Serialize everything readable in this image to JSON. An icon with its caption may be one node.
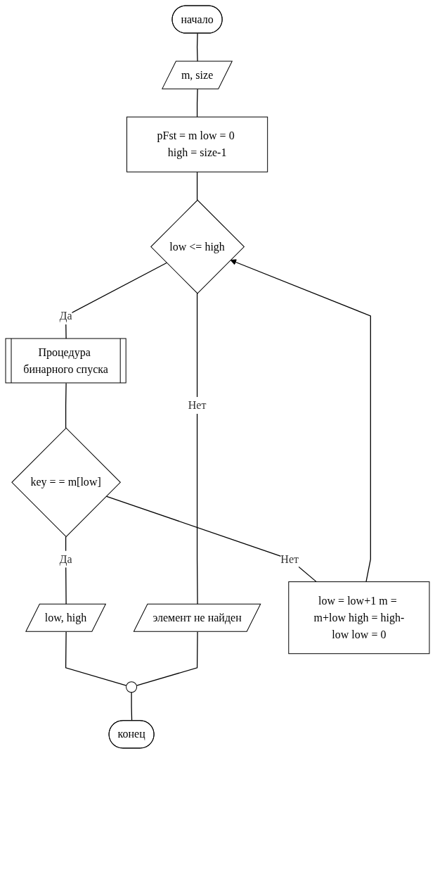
{
  "diagram": {
    "nodes": [
      {
        "text": [
          "начало"
        ]
      },
      {
        "text": [
          "m, size"
        ]
      },
      {
        "text": [
          "pFst = m low = 0 high = size-1"
        ]
      },
      {
        "text": [
          "low <= high"
        ]
      },
      {
        "text": [
          "Процедура бинарного спуска"
        ]
      },
      {
        "text": [
          "элемент не найден"
        ]
      },
      {
        "text": [
          "key = = m[low]"
        ]
      },
      {
        "text": [
          "low, high"
        ]
      },
      {
        "text": [
          "low = low+1 m = m+low high = high-low low = 0"
        ]
      },
      {
        "text": [],
        "shape": "circle"
      },
      {
        "text": [
          "конец"
        ]
      }
    ],
    "edges": [
      {
        "from": 0,
        "to": 1,
        "arrow": "none"
      },
      {
        "from": 1,
        "to": 2,
        "arrow": "none"
      },
      {
        "from": 2,
        "to": 3,
        "arrow": "none"
      },
      {
        "from": 3,
        "to": 4,
        "label": "Да",
        "arrow": "none"
      },
      {
        "from": 3,
        "to": 5,
        "label": "Нет",
        "arrow": "none"
      },
      {
        "from": 4,
        "to": 6,
        "arrow": "none"
      },
      {
        "from": 6,
        "to": 7,
        "label": "Да",
        "arrow": "none"
      },
      {
        "from": 6,
        "to": 8,
        "label": "Нет",
        "arrow": "none"
      },
      {
        "from": 8,
        "to": 3,
        "arrow": "to"
      },
      {
        "from": 7,
        "to": 9,
        "arrow": "none"
      },
      {
        "from": 5,
        "to": 9,
        "arrow": "none"
      },
      {
        "from": 9,
        "to": 10,
        "arrow": "none"
      }
    ]
  }
}
